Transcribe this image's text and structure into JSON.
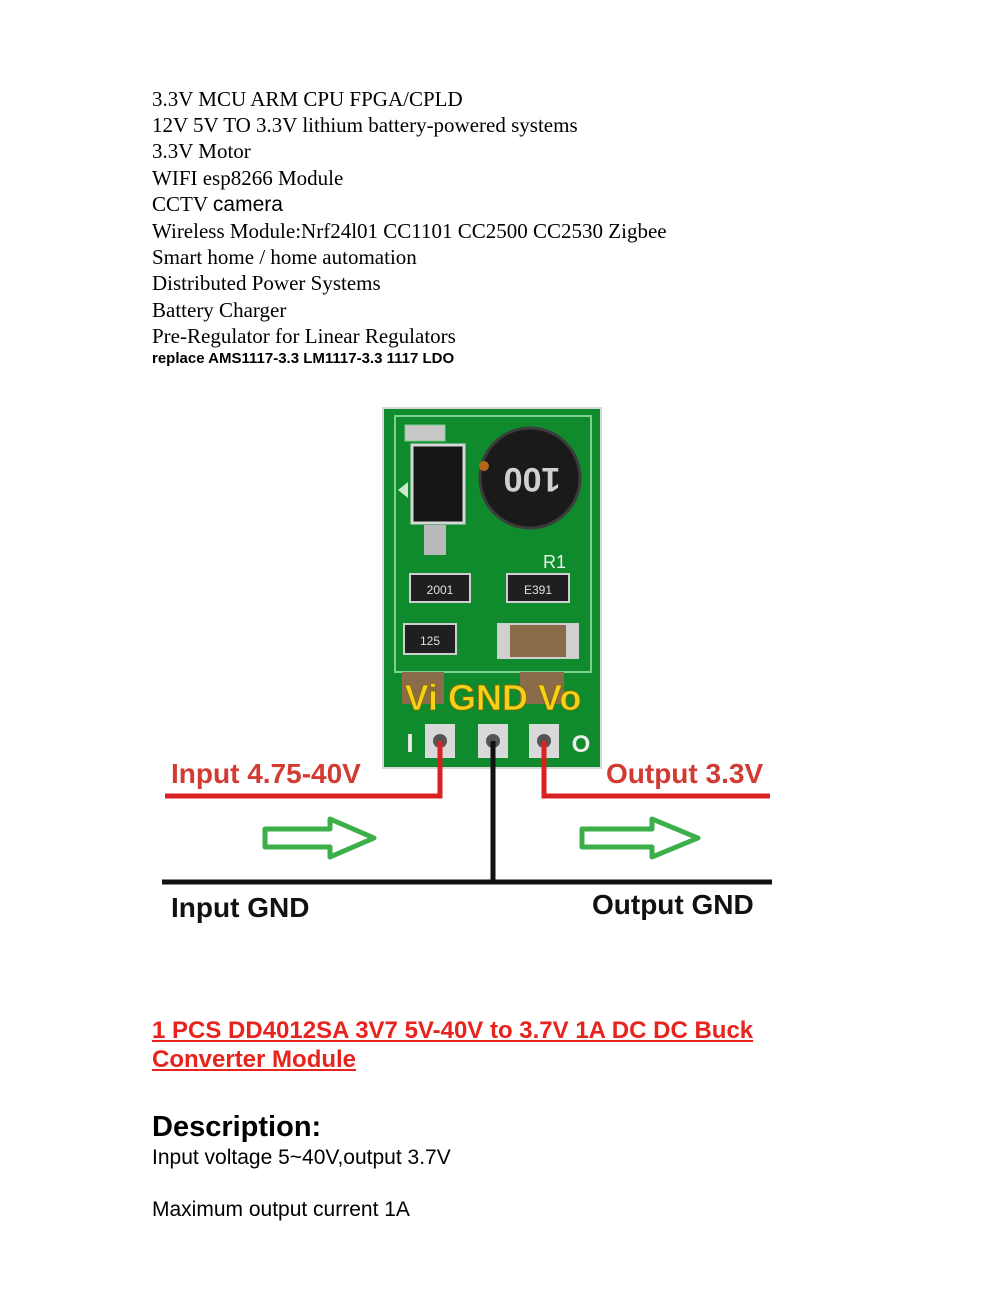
{
  "applications": [
    "3.3V MCU ARM CPU FPGA/CPLD",
    "12V 5V TO 3.3V lithium battery-powered systems",
    "3.3V Motor",
    "WIFI esp8266 Module",
    "Wireless Module:Nrf24l01 CC1101 CC2500 CC2530 Zigbee",
    "Smart home / home automation",
    "Distributed Power Systems",
    "Battery Charger",
    "Pre-Regulator for Linear Regulators"
  ],
  "cctv": {
    "prefix": "CCTV",
    "suffix": "camera"
  },
  "replace_note": "replace AMS1117-3.3 LM1117-3.3 1117 LDO",
  "diagram": {
    "pin_header": "Vi GND Vo",
    "input_label": "Input 4.75-40V",
    "output_label": "Output 3.3V",
    "input_gnd": "Input GND",
    "output_gnd": "Output GND",
    "inductor_mark": "100",
    "resistor_ref": "R1",
    "res_code_1": "2001",
    "res_code_2": "E391",
    "res_code_3": "125",
    "pin_left_mark": "I",
    "pin_right_mark": "O",
    "colors": {
      "pcb": "#0f8a2c",
      "wire_red": "#d92121",
      "arrow_green": "#3cae4a",
      "label_red": "#d33a32",
      "pin_yellow": "#f5d21a"
    }
  },
  "product_title": "1 PCS DD4012SA  3V7 5V-40V to 3.7V 1A DC DC Buck Converter Module ",
  "description": {
    "heading": "Description:",
    "lines": [
      "Input voltage 5~40V,output 3.7V",
      "Maximum output current 1A"
    ]
  }
}
